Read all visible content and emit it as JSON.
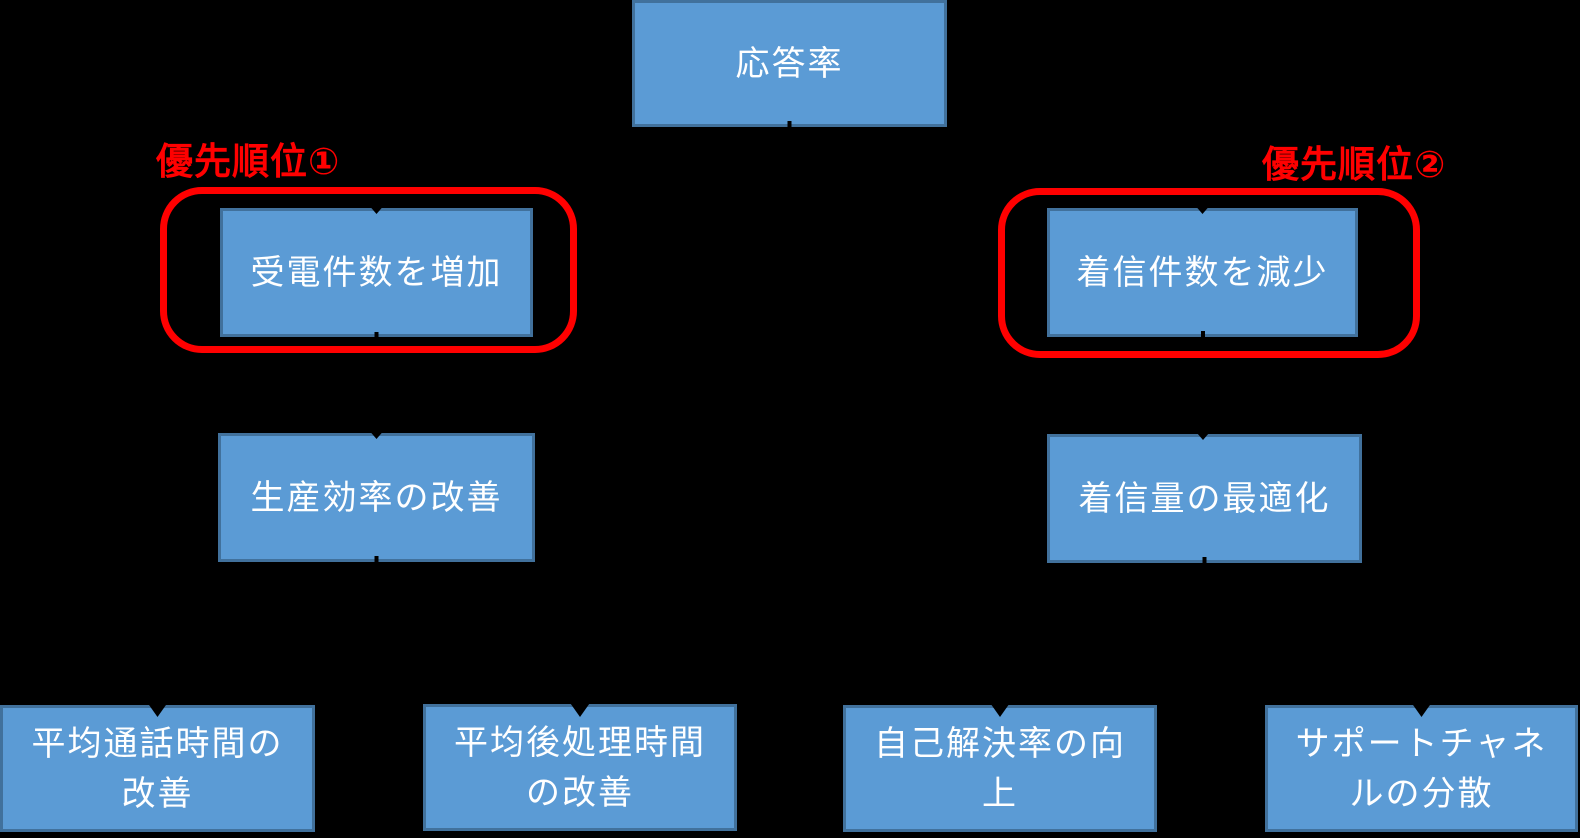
{
  "diagram": {
    "background_color": "#000000",
    "box_fill_color": "#5B9BD5",
    "box_border_color": "#41719C",
    "box_text_color": "#FFFFFF",
    "highlight_color": "#FF0000",
    "connector_color": "#000000",
    "priority_label_1": "優先順位①",
    "priority_label_2": "優先順位②",
    "nodes": {
      "root": {
        "label": "応答率"
      },
      "left_l1": {
        "label": "受電件数を増加"
      },
      "right_l1": {
        "label": "着信件数を減少"
      },
      "left_l2": {
        "label": "生産効率の改善"
      },
      "right_l2": {
        "label": "着信量の最適化"
      },
      "bottom_1": {
        "line1": "平均通話時間の",
        "line2": "改善"
      },
      "bottom_2": {
        "line1": "平均後処理時間",
        "line2": "の改善"
      },
      "bottom_3": {
        "line1": "自己解決率の向",
        "line2": "上"
      },
      "bottom_4": {
        "line1": "サポートチャネ",
        "line2": "ルの分散"
      }
    }
  }
}
